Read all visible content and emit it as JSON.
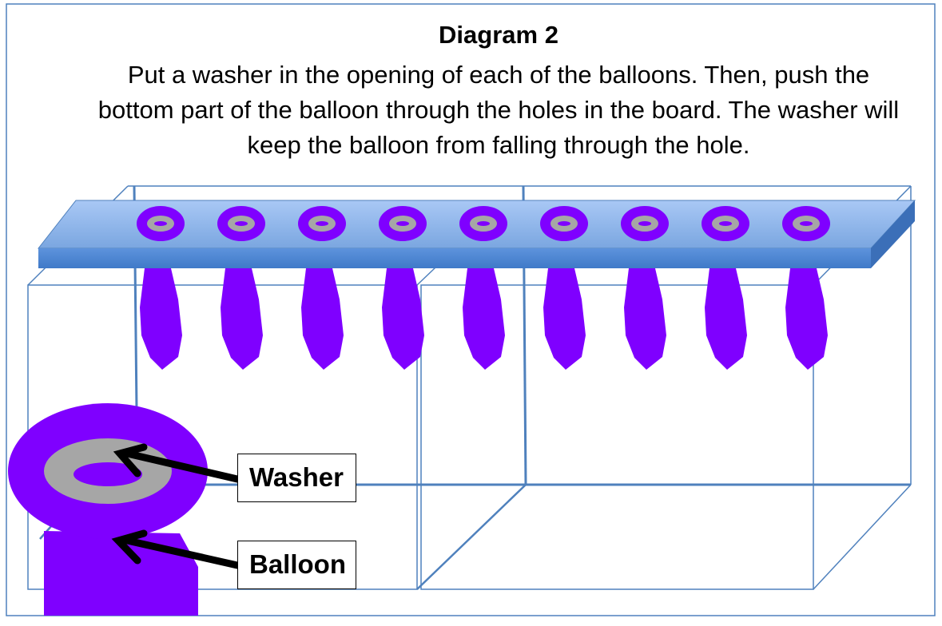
{
  "title": "Diagram 2",
  "instructions": "Put a washer in the opening of each of the balloons.  Then, push the bottom part of the balloon through the holes in the board.  The washer will keep the balloon from falling through the hole.",
  "labels": {
    "washer": "Washer",
    "balloon": "Balloon"
  },
  "balloon_count": 9,
  "colors": {
    "balloon": "#7f00ff",
    "washer": "#a6a6a6",
    "board": "#5b8fd6",
    "box_lines": "#4f81bd"
  }
}
